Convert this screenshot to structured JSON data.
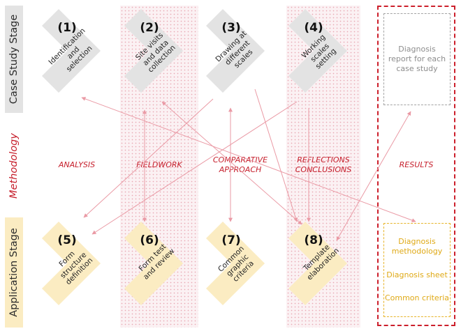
{
  "stages": {
    "case_study": "Case Study Stage",
    "methodology": "Methodology",
    "application": "Application Stage"
  },
  "phases": [
    {
      "label": "ANALYSIS"
    },
    {
      "label": "FIELDWORK"
    },
    {
      "label": "COMPARATIVE APPROACH"
    },
    {
      "label": "REFLECTIONS CONCLUSIONS"
    },
    {
      "label": "RESULTS"
    }
  ],
  "case_steps": [
    {
      "num": "(1)",
      "text": "Identification and selection"
    },
    {
      "num": "(2)",
      "text": "Site visits and data collection"
    },
    {
      "num": "(3)",
      "text": "Drawing at different scales"
    },
    {
      "num": "(4)",
      "text": "Working scales setting"
    }
  ],
  "app_steps": [
    {
      "num": "(5)",
      "text": "Form structure definition"
    },
    {
      "num": "(6)",
      "text": "Form test and review"
    },
    {
      "num": "(7)",
      "text": "Common graphic criteria"
    },
    {
      "num": "(8)",
      "text": "Template elaboration"
    }
  ],
  "results": {
    "case": "Diagnosis report for each case study",
    "app": [
      "Diagnosis methodology",
      "Diagnosis sheet",
      "Common criteria"
    ]
  },
  "colors": {
    "case_chevron": "#e3e3e3",
    "app_chevron": "#fbecc2",
    "accent_red": "#c61f2c",
    "arrow": "#ea9aa5",
    "results_yellow": "#dfa915",
    "results_gray": "#8d8d8d"
  },
  "connections": [
    {
      "from": "(1)",
      "to": "Diagnosis methodology"
    },
    {
      "from": "(2)",
      "to": "(6)"
    },
    {
      "from": "(2)",
      "to": "(8)"
    },
    {
      "from": "(3)",
      "to": "(5)"
    },
    {
      "from": "(3)",
      "to": "(7)"
    },
    {
      "from": "(3)",
      "to": "(8)"
    },
    {
      "from": "(4)",
      "to": "(5)"
    },
    {
      "from": "(4)",
      "to": "(8)"
    },
    {
      "from": "(8)",
      "to": "Diagnosis report for each case study"
    }
  ]
}
